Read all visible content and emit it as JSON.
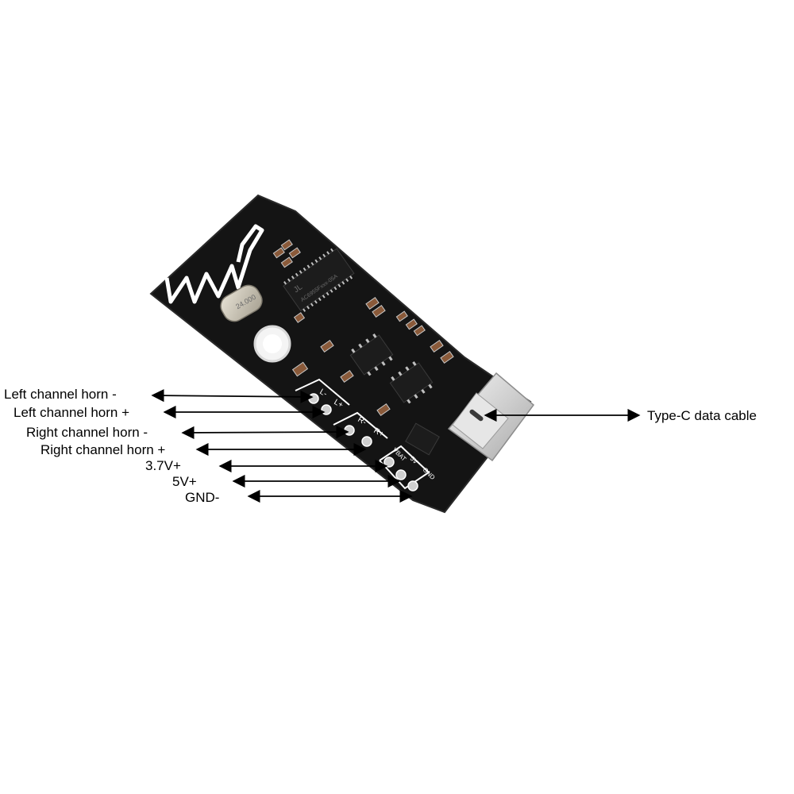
{
  "labels": {
    "left_minus": "Left channel horn -",
    "left_plus": "Left channel horn +",
    "right_minus": "Right channel horn -",
    "right_plus": "Right channel horn +",
    "v37": "3.7V+",
    "v5": "5V+",
    "gnd": "GND-",
    "typec": "Type-C data cable"
  },
  "board": {
    "pad_l_minus": "L-",
    "pad_l_plus": "L+",
    "pad_r_minus": "R-",
    "pad_r_plus": "R+",
    "pad_vbat": "VBAT",
    "pad_5v": "5V",
    "pad_gnd": "GND",
    "crystal_marking": "24.000",
    "main_chip_marking": "JL",
    "main_chip_code": "AC6955Fxxx-05A"
  },
  "colors": {
    "pcb": "#141414",
    "pcb_edge": "#2a2a2a",
    "silkscreen": "#ffffff",
    "chip": "#1c1c1c",
    "pin": "#bfbfbf",
    "crystal": "#c9c4b8",
    "component": "#8a5a3a",
    "usb_metal": "#d9d9d9",
    "arrow": "#000000"
  }
}
